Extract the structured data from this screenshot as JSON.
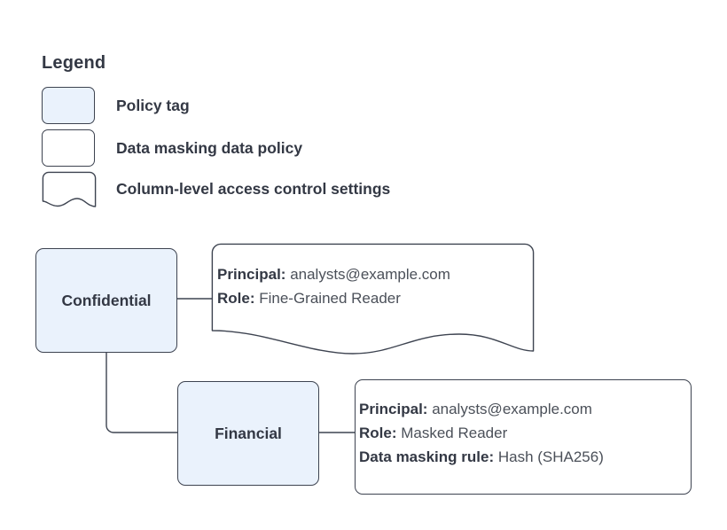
{
  "legend": {
    "title": "Legend",
    "items": [
      {
        "label": "Policy tag",
        "shape": "rounded-rect-filled",
        "swatch_name": "policy-tag-swatch"
      },
      {
        "label": "Data masking data policy",
        "shape": "rounded-rect",
        "swatch_name": "data-masking-policy-swatch"
      },
      {
        "label": "Column-level access control settings",
        "shape": "wavy-note",
        "swatch_name": "column-access-settings-swatch"
      }
    ]
  },
  "diagram": {
    "nodes": [
      {
        "id": "confidential",
        "label": "Confidential",
        "type": "policy-tag"
      },
      {
        "id": "financial",
        "label": "Financial",
        "type": "policy-tag"
      }
    ],
    "confidential_settings": {
      "shape": "wavy-note",
      "lines": [
        {
          "key": "Principal:",
          "value": " analysts@example.com"
        },
        {
          "key": "Role:",
          "value": " Fine-Grained Reader"
        }
      ]
    },
    "financial_policy": {
      "shape": "rounded-rect",
      "lines": [
        {
          "key": "Principal:",
          "value": " analysts@example.com"
        },
        {
          "key": "Role:",
          "value": " Masked Reader"
        },
        {
          "key": "Data masking rule:",
          "value": " Hash (SHA256)"
        }
      ]
    }
  },
  "colors": {
    "tag_fill": "#eaf2fc",
    "stroke": "#3d4350",
    "text": "#333844",
    "value_text": "#4b5059",
    "background": "#ffffff"
  }
}
